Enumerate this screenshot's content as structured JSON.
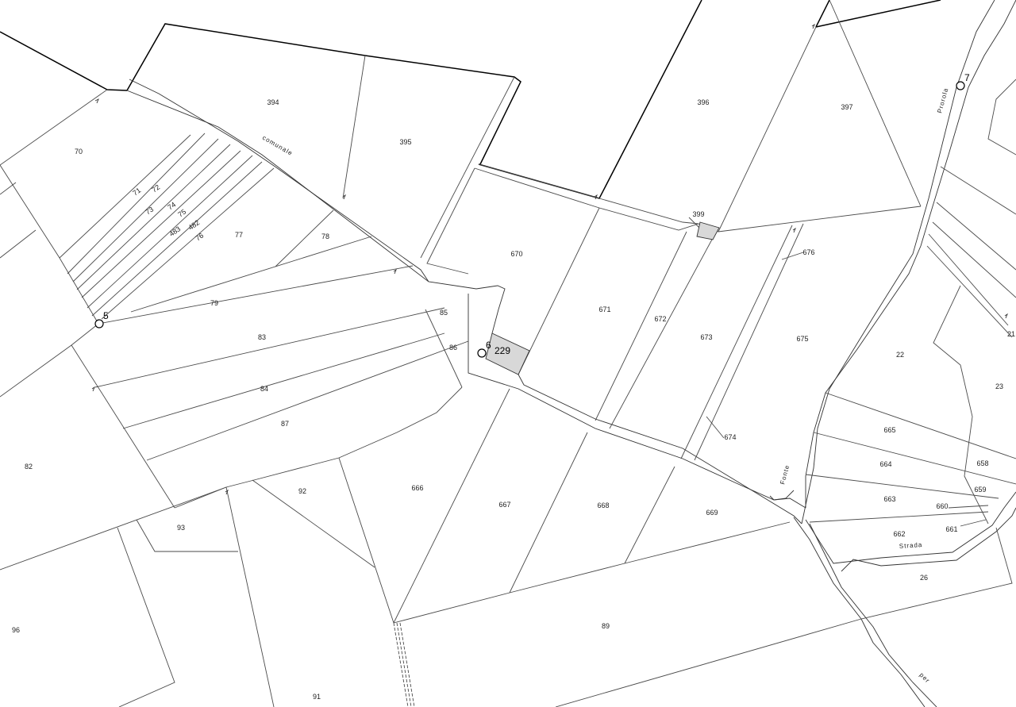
{
  "map": {
    "parcels": [
      {
        "id": "70"
      },
      {
        "id": "71"
      },
      {
        "id": "72"
      },
      {
        "id": "73"
      },
      {
        "id": "74"
      },
      {
        "id": "75"
      },
      {
        "id": "483"
      },
      {
        "id": "482"
      },
      {
        "id": "76"
      },
      {
        "id": "77"
      },
      {
        "id": "78"
      },
      {
        "id": "79"
      },
      {
        "id": "82"
      },
      {
        "id": "83"
      },
      {
        "id": "84"
      },
      {
        "id": "85"
      },
      {
        "id": "86"
      },
      {
        "id": "87"
      },
      {
        "id": "89"
      },
      {
        "id": "91"
      },
      {
        "id": "92"
      },
      {
        "id": "93"
      },
      {
        "id": "96"
      },
      {
        "id": "394"
      },
      {
        "id": "395"
      },
      {
        "id": "396"
      },
      {
        "id": "397"
      },
      {
        "id": "399"
      },
      {
        "id": "670"
      },
      {
        "id": "671"
      },
      {
        "id": "672"
      },
      {
        "id": "673"
      },
      {
        "id": "674"
      },
      {
        "id": "675"
      },
      {
        "id": "676"
      },
      {
        "id": "666"
      },
      {
        "id": "667"
      },
      {
        "id": "668"
      },
      {
        "id": "669"
      },
      {
        "id": "22"
      },
      {
        "id": "23"
      },
      {
        "id": "21"
      },
      {
        "id": "26"
      },
      {
        "id": "665"
      },
      {
        "id": "664"
      },
      {
        "id": "663"
      },
      {
        "id": "662"
      },
      {
        "id": "661"
      },
      {
        "id": "660"
      },
      {
        "id": "659"
      },
      {
        "id": "658"
      },
      {
        "id": "229"
      }
    ],
    "points": [
      {
        "id": "5"
      },
      {
        "id": "6"
      },
      {
        "id": "7"
      }
    ],
    "street_labels": [
      "comunale",
      "Prorola",
      "Fonte",
      "Strada",
      "per"
    ],
    "colors": {
      "highlight": "#d8d8d8",
      "line": "#4a4a4a",
      "boundary": "#000000"
    }
  }
}
